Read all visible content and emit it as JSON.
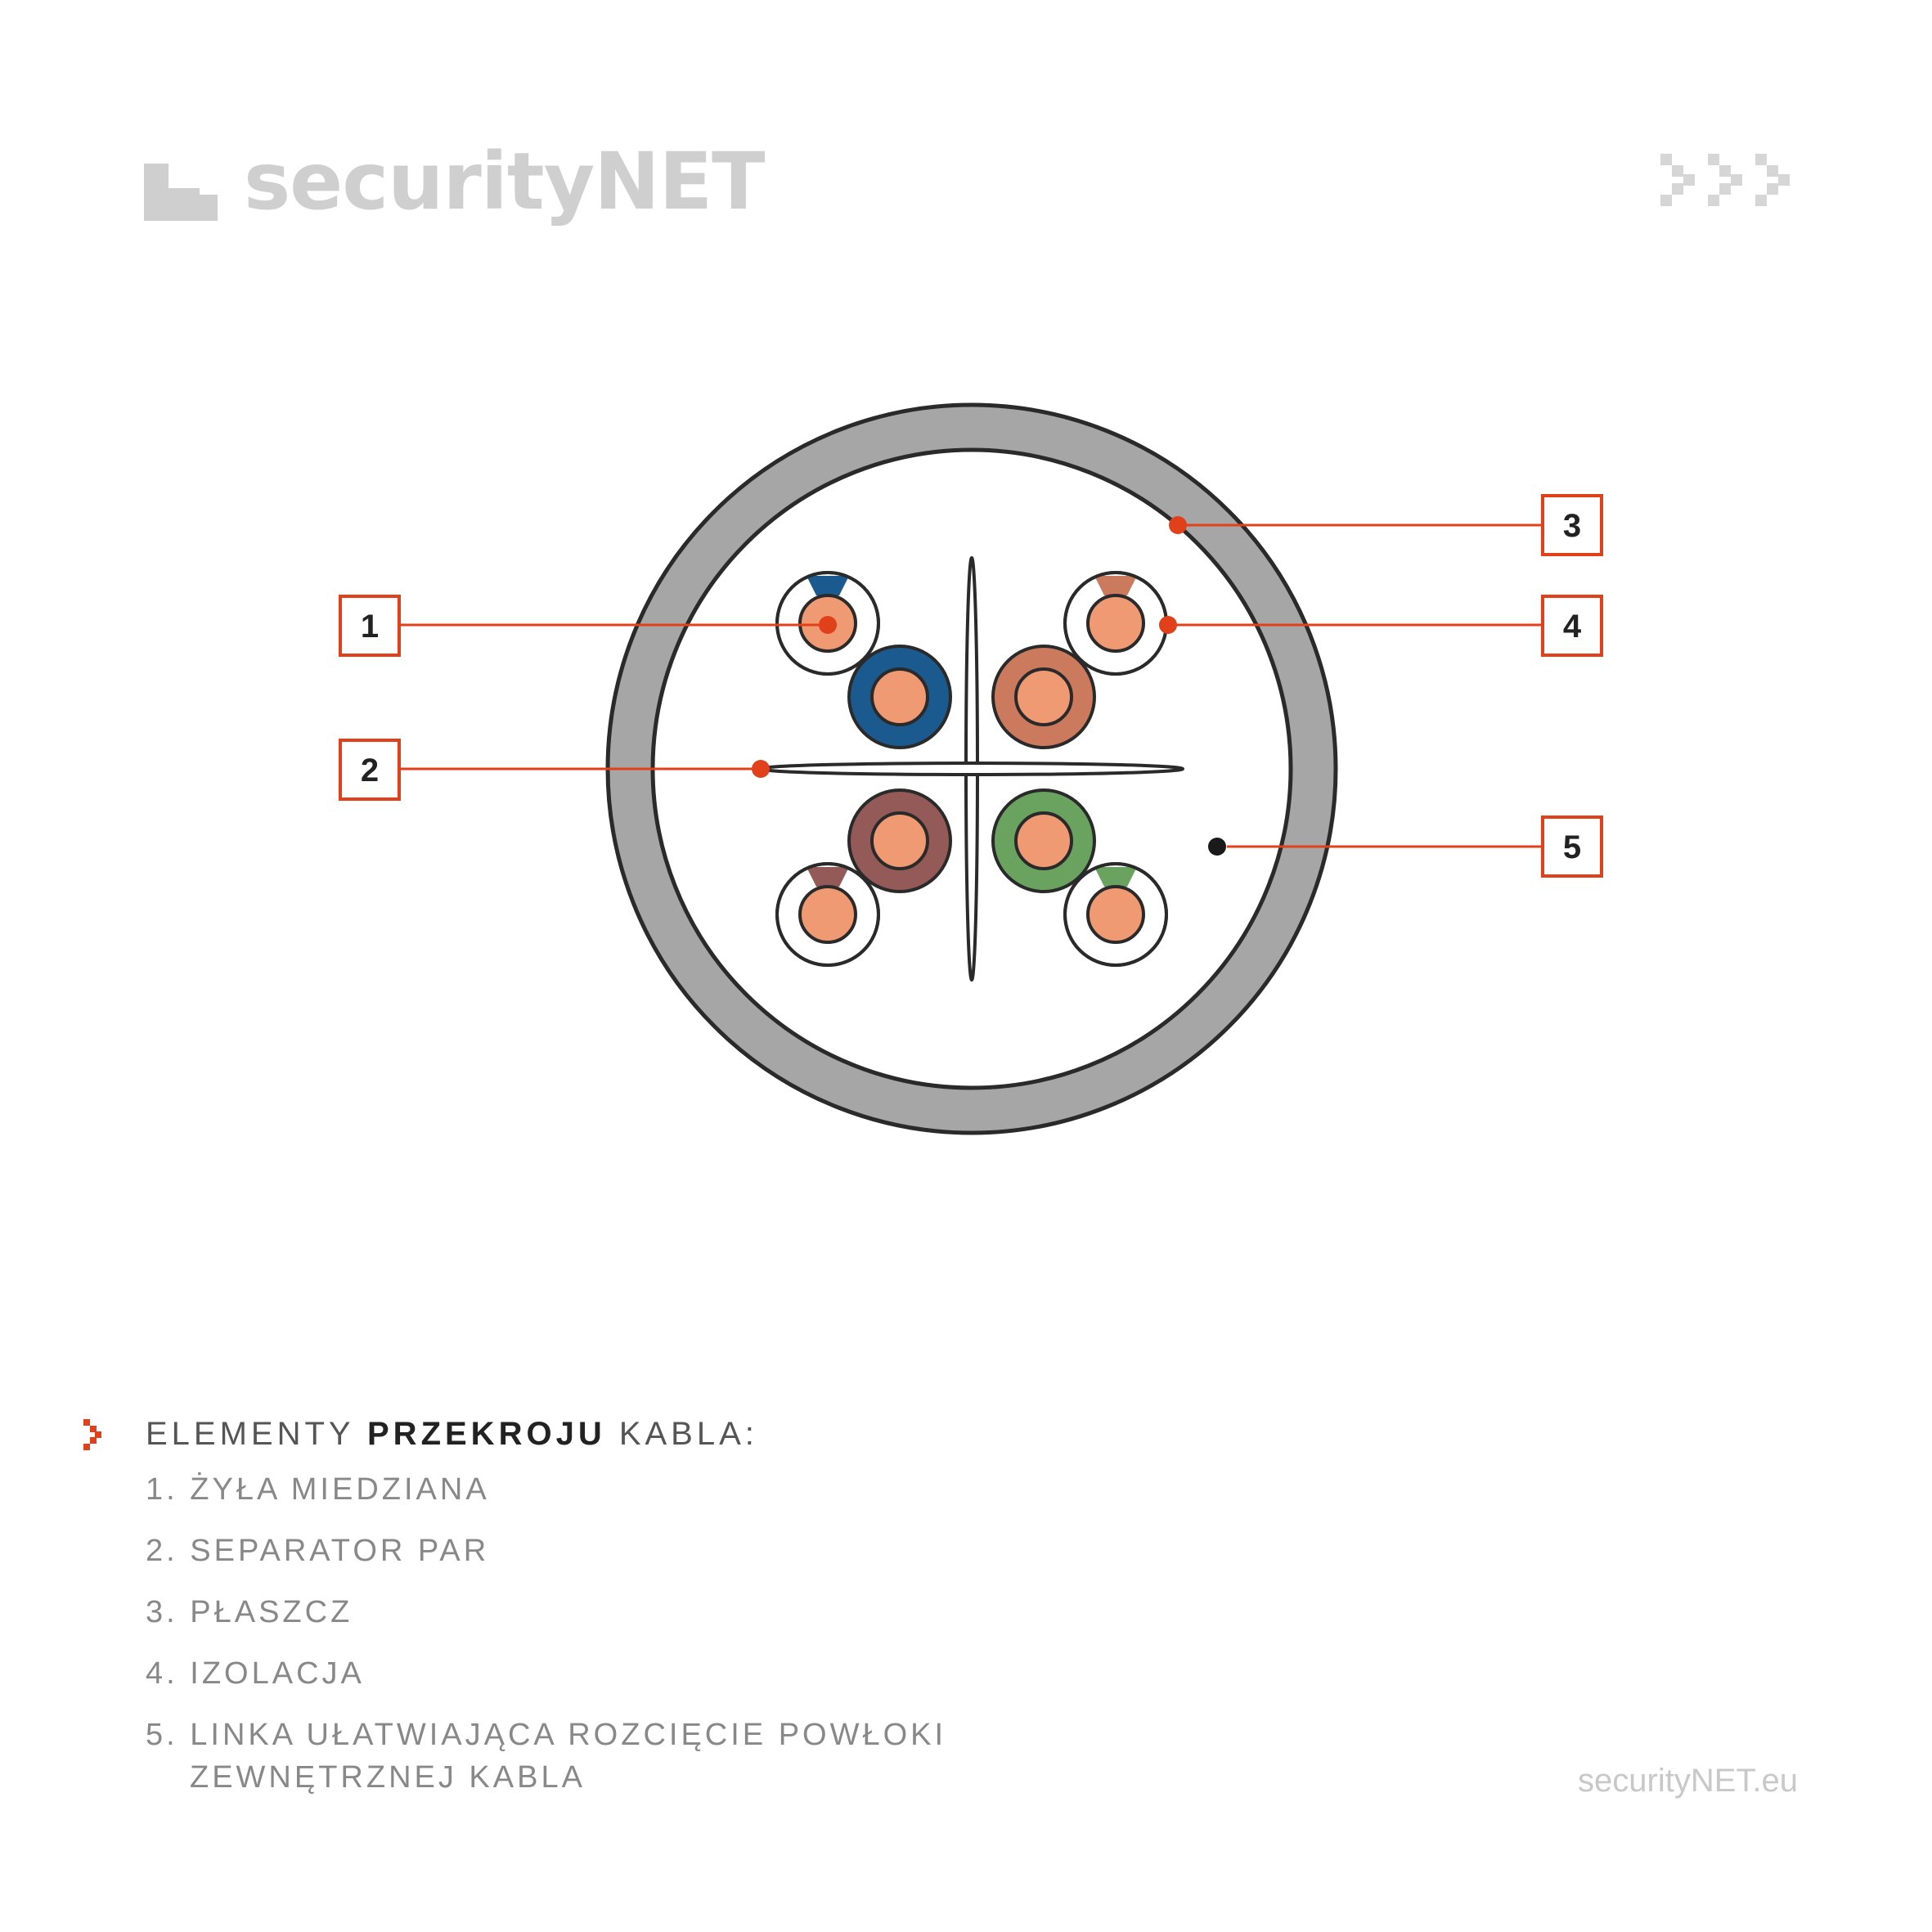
{
  "brand": {
    "logo_text": "securityNET",
    "footer_url": "securityNET.eu"
  },
  "callouts": [
    "1",
    "2",
    "3",
    "4",
    "5"
  ],
  "legend": {
    "heading_pre": "ELEMENTY ",
    "heading_bold": "PRZEKROJU",
    "heading_post": " KABLA:",
    "items": [
      {
        "num": "1.",
        "text": "ŻYŁA MIEDZIANA"
      },
      {
        "num": "2.",
        "text": "SEPARATOR PAR"
      },
      {
        "num": "3.",
        "text": "PŁASZCZ"
      },
      {
        "num": "4.",
        "text": "IZOLACJA"
      },
      {
        "num": "5.",
        "text": "LINKA UŁATWIAJĄCA ROZCIĘCIE POWŁOKI",
        "text2": "ZEWNĘTRZNEJ KABLA"
      }
    ]
  },
  "colors": {
    "accent": "#e0401a",
    "jacket": "#a6a6a6",
    "copper": "#f09a74",
    "pair_blue": "#1b5a8e",
    "pair_orange": "#cc7a5e",
    "pair_brown": "#935a57",
    "pair_green": "#6aa35f",
    "logo_gray": "#cfcfcf"
  }
}
